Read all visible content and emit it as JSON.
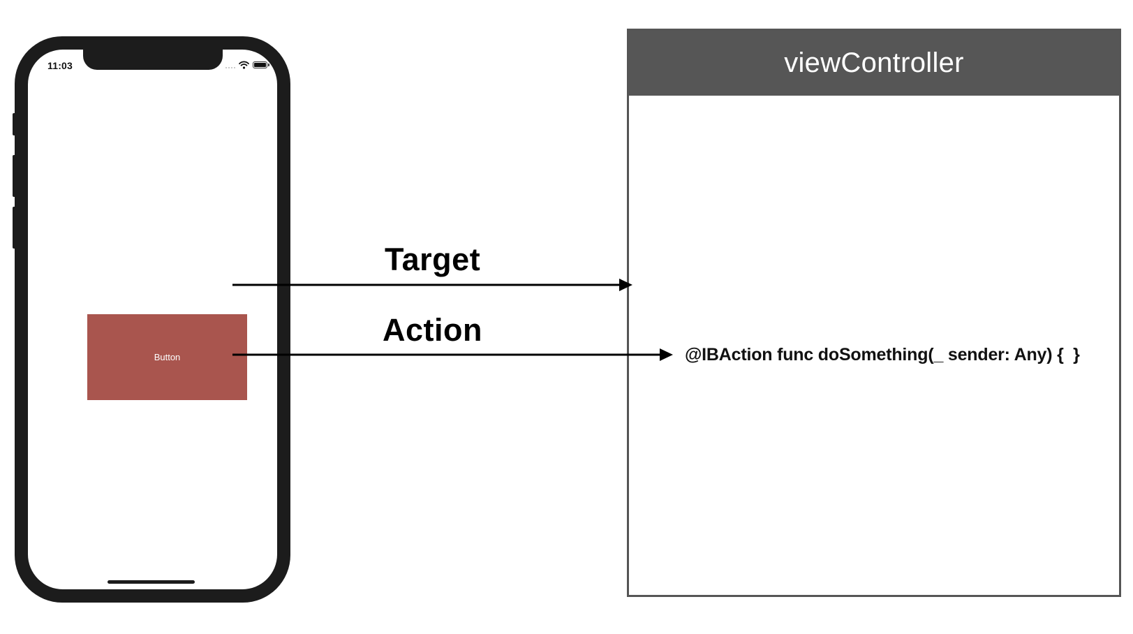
{
  "phone": {
    "status_time": "11:03",
    "button_label": "Button",
    "icons": {
      "signal": "signal-dots-icon",
      "wifi": "wifi-icon",
      "battery": "battery-icon"
    }
  },
  "view_controller": {
    "title": "viewController",
    "code": "@IBAction func doSomething(_ sender: Any) {  }"
  },
  "arrows": {
    "target_label": "Target",
    "action_label": "Action"
  },
  "colors": {
    "button": "#a9554e",
    "header": "#565656",
    "phone_frame": "#1c1c1c",
    "arrow": "#000000"
  }
}
